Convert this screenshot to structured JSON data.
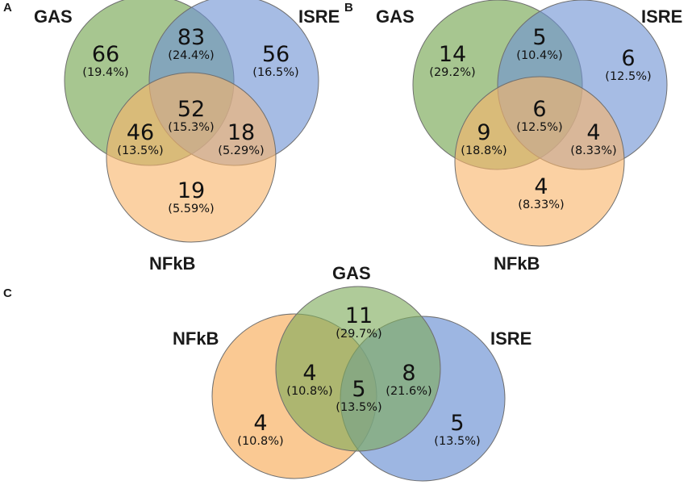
{
  "colors": {
    "GAS": "#7eab5b",
    "ISRE": "#6f93d4",
    "NFkB": "#f8b46a",
    "outline": "#6f6f6f",
    "text": "#111111"
  },
  "panels": [
    {
      "letter": "A",
      "sets": {
        "GAS": "GAS",
        "ISRE": "ISRE",
        "NFkB": "NFkB"
      },
      "regions": {
        "gas_only": {
          "count": "66",
          "pct": "(19.4%)"
        },
        "gas_isre": {
          "count": "83",
          "pct": "(24.4%)"
        },
        "isre_only": {
          "count": "56",
          "pct": "(16.5%)"
        },
        "all": {
          "count": "52",
          "pct": "(15.3%)"
        },
        "gas_nfkb": {
          "count": "46",
          "pct": "(13.5%)"
        },
        "isre_nfkb": {
          "count": "18",
          "pct": "(5.29%)"
        },
        "nfkb_only": {
          "count": "19",
          "pct": "(5.59%)"
        }
      }
    },
    {
      "letter": "B",
      "sets": {
        "GAS": "GAS",
        "ISRE": "ISRE",
        "NFkB": "NFkB"
      },
      "regions": {
        "gas_only": {
          "count": "14",
          "pct": "(29.2%)"
        },
        "gas_isre": {
          "count": "5",
          "pct": "(10.4%)"
        },
        "isre_only": {
          "count": "6",
          "pct": "(12.5%)"
        },
        "all": {
          "count": "6",
          "pct": "(12.5%)"
        },
        "gas_nfkb": {
          "count": "9",
          "pct": "(18.8%)"
        },
        "isre_nfkb": {
          "count": "4",
          "pct": "(8.33%)"
        },
        "nfkb_only": {
          "count": "4",
          "pct": "(8.33%)"
        }
      }
    },
    {
      "letter": "C",
      "sets": {
        "GAS": "GAS",
        "ISRE": "ISRE",
        "NFkB": "NFkB"
      },
      "regions": {
        "gas_only": {
          "count": "11",
          "pct": "(29.7%)"
        },
        "gas_nfkb": {
          "count": "4",
          "pct": "(10.8%)"
        },
        "all": {
          "count": "5",
          "pct": "(13.5%)"
        },
        "gas_isre": {
          "count": "8",
          "pct": "(21.6%)"
        },
        "nfkb_only": {
          "count": "4",
          "pct": "(10.8%)"
        },
        "isre_only": {
          "count": "5",
          "pct": "(13.5%)"
        }
      }
    }
  ]
}
